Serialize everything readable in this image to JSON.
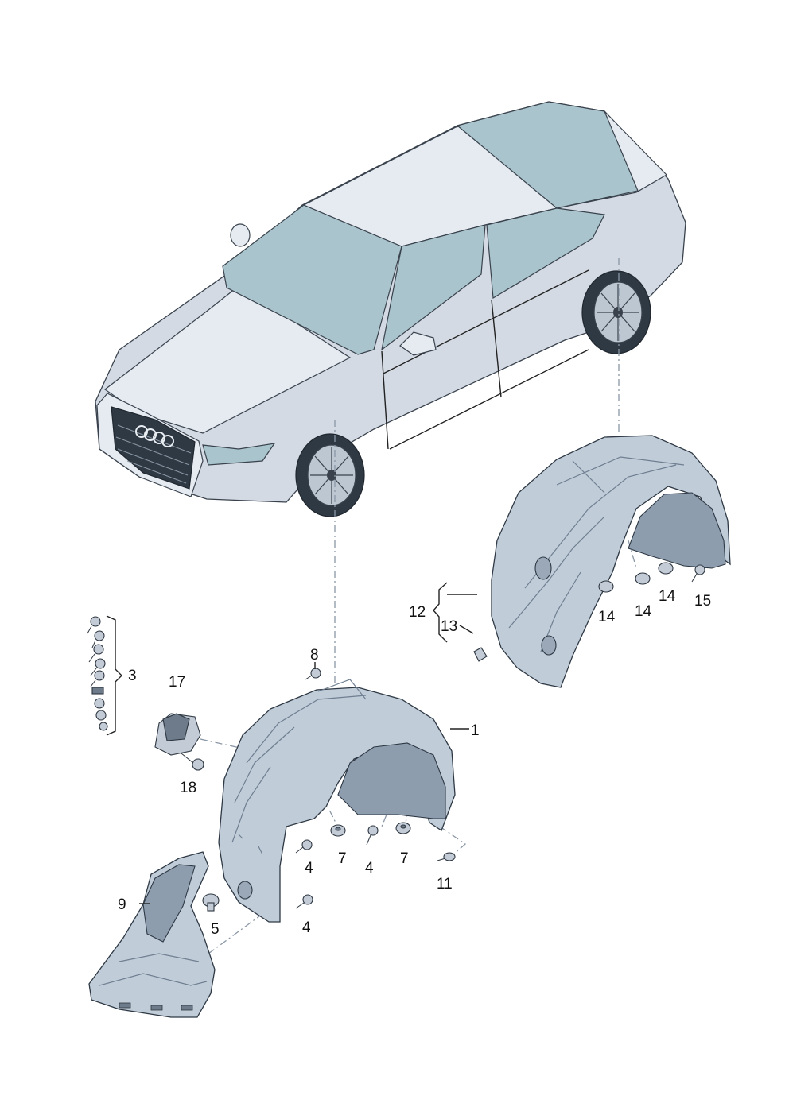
{
  "callouts": {
    "c1": "1",
    "c3": "3",
    "c4a": "4",
    "c4b": "4",
    "c4c": "4",
    "c5": "5",
    "c7a": "7",
    "c7b": "7",
    "c8": "8",
    "c9": "9",
    "c11": "11",
    "c12": "12",
    "c13": "13",
    "c14a": "14",
    "c14b": "14",
    "c14c": "14",
    "c15": "15",
    "c17": "17",
    "c18": "18"
  },
  "colors": {
    "background": "#ffffff",
    "body": "#d3dae3",
    "glass": "#a9c4cc",
    "liner": "#c0ccd8",
    "liner_inner": "#8e9dae",
    "leader_dash": "#8a97a6",
    "text": "#111111"
  }
}
